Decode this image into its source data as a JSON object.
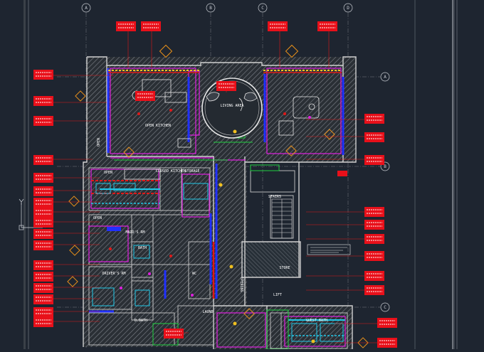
{
  "grid": {
    "columns": [
      "A",
      "B",
      "C",
      "D"
    ],
    "rows": [
      "A",
      "B",
      "C"
    ]
  },
  "rooms": {
    "living": "LIVING AREA",
    "kitchen": "OPEN KITCHEN",
    "closed_kitchen": "CLOSED KITCHEN",
    "storage": "STORAGE",
    "stairs": "STAIRS",
    "store": "STORE",
    "driver": "DRIVER'S RM",
    "maid": "MAID'S RM",
    "bath": "BATH",
    "d_bath": "D.BATH",
    "laundry": "LAUND",
    "guest_bath": "GUEST BATH",
    "lift": "LIFT",
    "open": "OPEN",
    "open2": "OPEN",
    "open3": "OPEN",
    "wc": "WC",
    "opening": "OPENING"
  },
  "colors": {
    "background": "#1e2530",
    "tag": "#e8101a",
    "wall": "#d0d0d0",
    "hatch": "#8a8f96",
    "magenta": "#e020e0",
    "blue": "#2030ff",
    "cyan": "#20c8e8",
    "yellow": "#f0c020",
    "orange": "#e8901a",
    "green": "#20d040"
  }
}
